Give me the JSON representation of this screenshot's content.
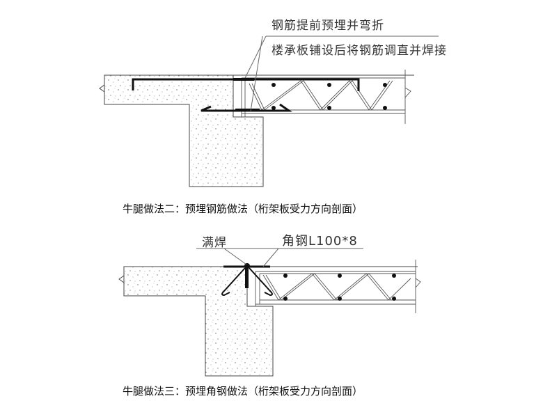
{
  "detail_2": {
    "note_line1": "钢筋提前预埋并弯折",
    "note_line2": "楼承板铺设后将钢筋调直并焊接",
    "caption": "牛腿做法二：预埋钢筋做法（桁架板受力方向剖面）"
  },
  "detail_3": {
    "weld_label": "满焊",
    "angle_label": "角钢L100*8",
    "caption": "牛腿做法三：预埋角钢做法（桁架板受力方向剖面）"
  }
}
